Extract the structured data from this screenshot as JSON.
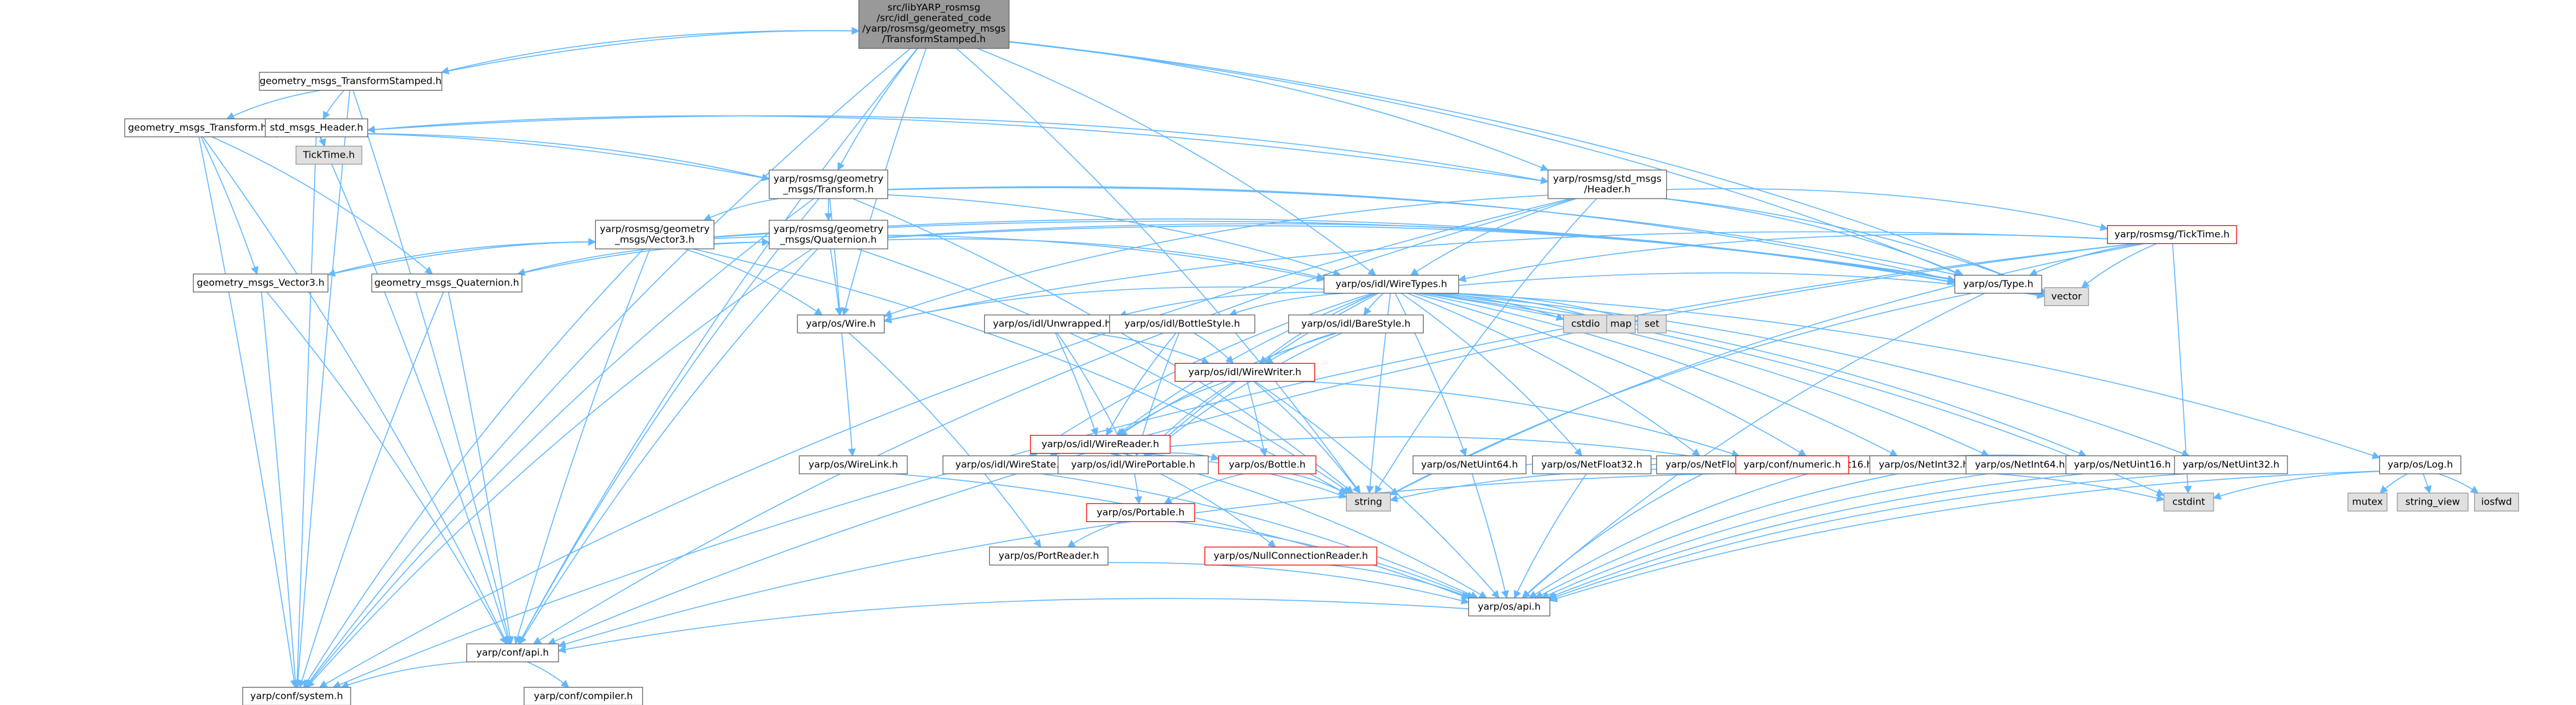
{
  "graph": {
    "nodes": [
      {
        "id": "root",
        "kind": "root",
        "lines": [
          "src/libYARP_rosmsg",
          "/src/idl_generated_code",
          "/yarp/rosmsg/geometry_msgs",
          "/TransformStamped.h"
        ]
      },
      {
        "id": "gm_tstamped",
        "kind": "file",
        "lines": [
          "geometry_msgs_TransformStamped.h"
        ]
      },
      {
        "id": "gm_transform",
        "kind": "file",
        "lines": [
          "geometry_msgs_Transform.h"
        ]
      },
      {
        "id": "std_hdr",
        "kind": "file",
        "lines": [
          "std_msgs_Header.h"
        ]
      },
      {
        "id": "ticktime_sys",
        "kind": "sys",
        "lines": [
          "TickTime.h"
        ]
      },
      {
        "id": "rm_transform",
        "kind": "file",
        "lines": [
          "yarp/rosmsg/geometry",
          "_msgs/Transform.h"
        ]
      },
      {
        "id": "rm_header",
        "kind": "file",
        "lines": [
          "yarp/rosmsg/std_msgs",
          "/Header.h"
        ]
      },
      {
        "id": "rm_ticktime",
        "kind": "red",
        "lines": [
          "yarp/rosmsg/TickTime.h"
        ]
      },
      {
        "id": "rm_vector3",
        "kind": "file",
        "lines": [
          "yarp/rosmsg/geometry",
          "_msgs/Vector3.h"
        ]
      },
      {
        "id": "rm_quat",
        "kind": "file",
        "lines": [
          "yarp/rosmsg/geometry",
          "_msgs/Quaternion.h"
        ]
      },
      {
        "id": "gm_vector3",
        "kind": "file",
        "lines": [
          "geometry_msgs_Vector3.h"
        ]
      },
      {
        "id": "gm_quat",
        "kind": "file",
        "lines": [
          "geometry_msgs_Quaternion.h"
        ]
      },
      {
        "id": "wiretypes",
        "kind": "file",
        "lines": [
          "yarp/os/idl/WireTypes.h"
        ]
      },
      {
        "id": "ostype",
        "kind": "file",
        "lines": [
          "yarp/os/Type.h"
        ]
      },
      {
        "id": "vector",
        "kind": "sys",
        "lines": [
          "vector"
        ]
      },
      {
        "id": "cstdio",
        "kind": "sys",
        "lines": [
          "cstdio"
        ]
      },
      {
        "id": "map",
        "kind": "sys",
        "lines": [
          "map"
        ]
      },
      {
        "id": "set",
        "kind": "sys",
        "lines": [
          "set"
        ]
      },
      {
        "id": "wire",
        "kind": "file",
        "lines": [
          "yarp/os/Wire.h"
        ]
      },
      {
        "id": "unwrapped",
        "kind": "file",
        "lines": [
          "yarp/os/idl/Unwrapped.h"
        ]
      },
      {
        "id": "bottlestyle",
        "kind": "file",
        "lines": [
          "yarp/os/idl/BottleStyle.h"
        ]
      },
      {
        "id": "barestyle",
        "kind": "file",
        "lines": [
          "yarp/os/idl/BareStyle.h"
        ]
      },
      {
        "id": "wirewriter",
        "kind": "red",
        "lines": [
          "yarp/os/idl/WireWriter.h"
        ]
      },
      {
        "id": "wirereader",
        "kind": "red",
        "lines": [
          "yarp/os/idl/WireReader.h"
        ]
      },
      {
        "id": "netuint64",
        "kind": "file",
        "lines": [
          "yarp/os/NetUint64.h"
        ]
      },
      {
        "id": "netfloat32",
        "kind": "file",
        "lines": [
          "yarp/os/NetFloat32.h"
        ]
      },
      {
        "id": "netfloat64",
        "kind": "file",
        "lines": [
          "yarp/os/NetFloat64.h"
        ]
      },
      {
        "id": "netint16",
        "kind": "file",
        "lines": [
          "yarp/os/NetInt16.h"
        ]
      },
      {
        "id": "netint32",
        "kind": "file",
        "lines": [
          "yarp/os/NetInt32.h"
        ]
      },
      {
        "id": "netint64",
        "kind": "file",
        "lines": [
          "yarp/os/NetInt64.h"
        ]
      },
      {
        "id": "netuint16",
        "kind": "file",
        "lines": [
          "yarp/os/NetUint16.h"
        ]
      },
      {
        "id": "netuint32",
        "kind": "file",
        "lines": [
          "yarp/os/NetUint32.h"
        ]
      },
      {
        "id": "oslog",
        "kind": "file",
        "lines": [
          "yarp/os/Log.h"
        ]
      },
      {
        "id": "wirelink",
        "kind": "file",
        "lines": [
          "yarp/os/WireLink.h"
        ]
      },
      {
        "id": "wirestate",
        "kind": "file",
        "lines": [
          "yarp/os/idl/WireState.h"
        ]
      },
      {
        "id": "wireportable",
        "kind": "file",
        "lines": [
          "yarp/os/idl/WirePortable.h"
        ]
      },
      {
        "id": "bottle",
        "kind": "red",
        "lines": [
          "yarp/os/Bottle.h"
        ]
      },
      {
        "id": "numeric",
        "kind": "red",
        "lines": [
          "yarp/conf/numeric.h"
        ]
      },
      {
        "id": "string",
        "kind": "sys",
        "lines": [
          "string"
        ]
      },
      {
        "id": "cstdint",
        "kind": "sys",
        "lines": [
          "cstdint"
        ]
      },
      {
        "id": "mutex",
        "kind": "sys",
        "lines": [
          "mutex"
        ]
      },
      {
        "id": "string_view",
        "kind": "sys",
        "lines": [
          "string_view"
        ]
      },
      {
        "id": "iosfwd",
        "kind": "sys",
        "lines": [
          "iosfwd"
        ]
      },
      {
        "id": "portable",
        "kind": "red",
        "lines": [
          "yarp/os/Portable.h"
        ]
      },
      {
        "id": "portreader",
        "kind": "file",
        "lines": [
          "yarp/os/PortReader.h"
        ]
      },
      {
        "id": "nullconn",
        "kind": "red",
        "lines": [
          "yarp/os/NullConnectionReader.h"
        ]
      },
      {
        "id": "osapi",
        "kind": "file",
        "lines": [
          "yarp/os/api.h"
        ]
      },
      {
        "id": "confapi",
        "kind": "file",
        "lines": [
          "yarp/conf/api.h"
        ]
      },
      {
        "id": "confsystem",
        "kind": "file",
        "lines": [
          "yarp/conf/system.h"
        ]
      },
      {
        "id": "confcompiler",
        "kind": "file",
        "lines": [
          "yarp/conf/compiler.h"
        ]
      }
    ],
    "edges": [
      [
        "root",
        "gm_tstamped"
      ],
      [
        "root",
        "rm_transform"
      ],
      [
        "root",
        "rm_header"
      ],
      [
        "root",
        "wiretypes"
      ],
      [
        "root",
        "wire"
      ],
      [
        "root",
        "ostype"
      ],
      [
        "root",
        "vector"
      ],
      [
        "root",
        "string"
      ],
      [
        "root",
        "confapi"
      ],
      [
        "root",
        "confsystem"
      ],
      [
        "gm_tstamped",
        "root"
      ],
      [
        "gm_tstamped",
        "gm_transform"
      ],
      [
        "gm_tstamped",
        "std_hdr"
      ],
      [
        "gm_tstamped",
        "confapi"
      ],
      [
        "gm_tstamped",
        "confsystem"
      ],
      [
        "gm_transform",
        "rm_transform"
      ],
      [
        "gm_transform",
        "gm_vector3"
      ],
      [
        "gm_transform",
        "gm_quat"
      ],
      [
        "gm_transform",
        "confapi"
      ],
      [
        "gm_transform",
        "confsystem"
      ],
      [
        "std_hdr",
        "rm_header"
      ],
      [
        "std_hdr",
        "ticktime_sys"
      ],
      [
        "std_hdr",
        "confapi"
      ],
      [
        "std_hdr",
        "confsystem"
      ],
      [
        "rm_transform",
        "rm_vector3"
      ],
      [
        "rm_transform",
        "rm_quat"
      ],
      [
        "rm_transform",
        "wiretypes"
      ],
      [
        "rm_transform",
        "wire"
      ],
      [
        "rm_transform",
        "ostype"
      ],
      [
        "rm_transform",
        "vector"
      ],
      [
        "rm_transform",
        "string"
      ],
      [
        "rm_transform",
        "confapi"
      ],
      [
        "rm_transform",
        "confsystem"
      ],
      [
        "rm_transform",
        "gm_transform"
      ],
      [
        "rm_header",
        "rm_ticktime"
      ],
      [
        "rm_header",
        "wiretypes"
      ],
      [
        "rm_header",
        "wire"
      ],
      [
        "rm_header",
        "ostype"
      ],
      [
        "rm_header",
        "vector"
      ],
      [
        "rm_header",
        "string"
      ],
      [
        "rm_header",
        "confapi"
      ],
      [
        "rm_header",
        "confsystem"
      ],
      [
        "rm_header",
        "std_hdr"
      ],
      [
        "rm_ticktime",
        "wiretypes"
      ],
      [
        "rm_ticktime",
        "wire"
      ],
      [
        "rm_ticktime",
        "ostype"
      ],
      [
        "rm_ticktime",
        "vector"
      ],
      [
        "rm_ticktime",
        "string"
      ],
      [
        "rm_ticktime",
        "cstdint"
      ],
      [
        "rm_ticktime",
        "confapi"
      ],
      [
        "rm_ticktime",
        "confsystem"
      ],
      [
        "rm_vector3",
        "wiretypes"
      ],
      [
        "rm_vector3",
        "wire"
      ],
      [
        "rm_vector3",
        "ostype"
      ],
      [
        "rm_vector3",
        "vector"
      ],
      [
        "rm_vector3",
        "string"
      ],
      [
        "rm_vector3",
        "confapi"
      ],
      [
        "rm_vector3",
        "confsystem"
      ],
      [
        "rm_vector3",
        "gm_vector3"
      ],
      [
        "rm_quat",
        "wiretypes"
      ],
      [
        "rm_quat",
        "wire"
      ],
      [
        "rm_quat",
        "ostype"
      ],
      [
        "rm_quat",
        "vector"
      ],
      [
        "rm_quat",
        "string"
      ],
      [
        "rm_quat",
        "confapi"
      ],
      [
        "rm_quat",
        "confsystem"
      ],
      [
        "rm_quat",
        "gm_quat"
      ],
      [
        "gm_vector3",
        "rm_vector3"
      ],
      [
        "gm_vector3",
        "confapi"
      ],
      [
        "gm_vector3",
        "confsystem"
      ],
      [
        "gm_quat",
        "rm_quat"
      ],
      [
        "gm_quat",
        "confapi"
      ],
      [
        "gm_quat",
        "confsystem"
      ],
      [
        "wiretypes",
        "cstdio"
      ],
      [
        "wiretypes",
        "map"
      ],
      [
        "wiretypes",
        "set"
      ],
      [
        "wiretypes",
        "vector"
      ],
      [
        "wiretypes",
        "string"
      ],
      [
        "wiretypes",
        "cstdint"
      ],
      [
        "wiretypes",
        "wire"
      ],
      [
        "wiretypes",
        "unwrapped"
      ],
      [
        "wiretypes",
        "bottlestyle"
      ],
      [
        "wiretypes",
        "barestyle"
      ],
      [
        "wiretypes",
        "wirewriter"
      ],
      [
        "wiretypes",
        "wirereader"
      ],
      [
        "wiretypes",
        "netuint64"
      ],
      [
        "wiretypes",
        "netfloat32"
      ],
      [
        "wiretypes",
        "netfloat64"
      ],
      [
        "wiretypes",
        "netint16"
      ],
      [
        "wiretypes",
        "netint32"
      ],
      [
        "wiretypes",
        "netint64"
      ],
      [
        "wiretypes",
        "netuint16"
      ],
      [
        "wiretypes",
        "netuint32"
      ],
      [
        "wiretypes",
        "oslog"
      ],
      [
        "wiretypes",
        "wirestate"
      ],
      [
        "wiretypes",
        "wireportable"
      ],
      [
        "ostype",
        "string"
      ],
      [
        "ostype",
        "vector"
      ],
      [
        "ostype",
        "osapi"
      ],
      [
        "wire",
        "wirelink"
      ],
      [
        "wire",
        "portreader"
      ],
      [
        "unwrapped",
        "wirereader"
      ],
      [
        "unwrapped",
        "wirewriter"
      ],
      [
        "unwrapped",
        "wireportable"
      ],
      [
        "bottlestyle",
        "wirereader"
      ],
      [
        "bottlestyle",
        "wirewriter"
      ],
      [
        "bottlestyle",
        "wireportable"
      ],
      [
        "barestyle",
        "wirereader"
      ],
      [
        "barestyle",
        "wirewriter"
      ],
      [
        "barestyle",
        "wireportable"
      ],
      [
        "wirewriter",
        "wirereader"
      ],
      [
        "wirewriter",
        "wireportable"
      ],
      [
        "wirewriter",
        "bottle"
      ],
      [
        "wirewriter",
        "numeric"
      ],
      [
        "wirewriter",
        "string"
      ],
      [
        "wirewriter",
        "osapi"
      ],
      [
        "wirereader",
        "wirestate"
      ],
      [
        "wirereader",
        "wireportable"
      ],
      [
        "wirereader",
        "bottle"
      ],
      [
        "wirereader",
        "nullconn"
      ],
      [
        "wirereader",
        "numeric"
      ],
      [
        "wirereader",
        "string"
      ],
      [
        "wirereader",
        "osapi"
      ],
      [
        "netuint64",
        "numeric"
      ],
      [
        "netuint64",
        "osapi"
      ],
      [
        "netfloat32",
        "numeric"
      ],
      [
        "netfloat32",
        "osapi"
      ],
      [
        "netfloat64",
        "numeric"
      ],
      [
        "netfloat64",
        "osapi"
      ],
      [
        "netint16",
        "numeric"
      ],
      [
        "netint16",
        "osapi"
      ],
      [
        "netint32",
        "numeric"
      ],
      [
        "netint32",
        "osapi"
      ],
      [
        "netint64",
        "numeric"
      ],
      [
        "netint64",
        "osapi"
      ],
      [
        "netuint16",
        "numeric"
      ],
      [
        "netuint16",
        "osapi"
      ],
      [
        "netuint32",
        "numeric"
      ],
      [
        "netuint32",
        "osapi"
      ],
      [
        "oslog",
        "cstdint"
      ],
      [
        "oslog",
        "mutex"
      ],
      [
        "oslog",
        "string_view"
      ],
      [
        "oslog",
        "iosfwd"
      ],
      [
        "oslog",
        "osapi"
      ],
      [
        "wirelink",
        "osapi"
      ],
      [
        "wirestate",
        "osapi"
      ],
      [
        "wireportable",
        "portable"
      ],
      [
        "bottle",
        "string"
      ],
      [
        "bottle",
        "portable"
      ],
      [
        "portable",
        "portreader"
      ],
      [
        "portable",
        "osapi"
      ],
      [
        "portreader",
        "osapi"
      ],
      [
        "nullconn",
        "osapi"
      ],
      [
        "numeric",
        "string"
      ],
      [
        "numeric",
        "cstdint"
      ],
      [
        "numeric",
        "confapi"
      ],
      [
        "osapi",
        "confapi"
      ],
      [
        "confapi",
        "confsystem"
      ],
      [
        "confapi",
        "confcompiler"
      ]
    ]
  }
}
